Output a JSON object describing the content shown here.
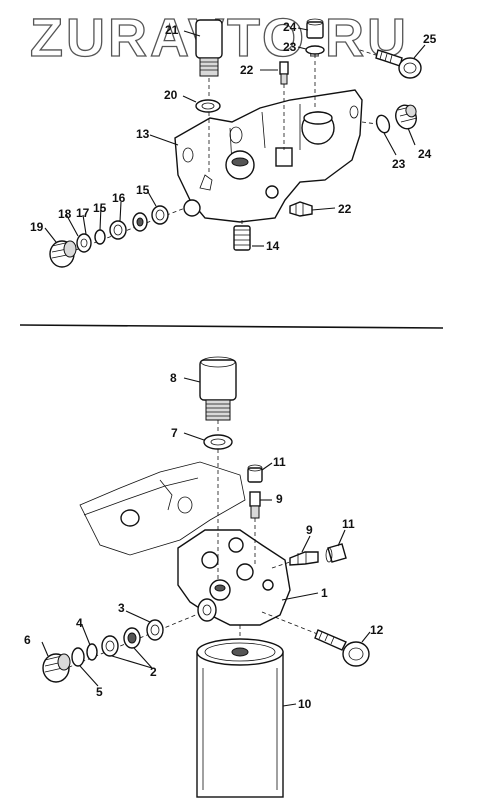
{
  "watermark": "ZURAVTO.RU",
  "diagram_top": {
    "labels": [
      "21",
      "24",
      "23",
      "25",
      "22",
      "20",
      "13",
      "23",
      "24",
      "22",
      "15",
      "16",
      "15",
      "17",
      "18",
      "19",
      "14"
    ]
  },
  "diagram_bottom": {
    "labels": [
      "8",
      "7",
      "11",
      "9",
      "9",
      "11",
      "1",
      "12",
      "3",
      "4",
      "6",
      "5",
      "2",
      "10"
    ]
  }
}
